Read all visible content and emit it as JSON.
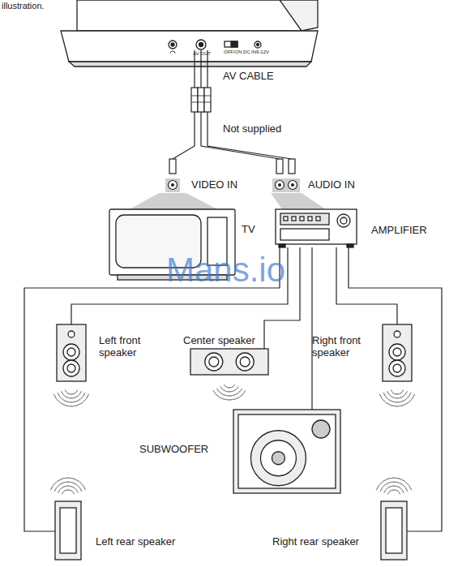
{
  "diagram": {
    "nodes": [
      {
        "text": [
          "TV"
        ]
      },
      {
        "text": [
          "AMPLIFIER"
        ]
      },
      {
        "text": [
          "Left front speaker"
        ]
      },
      {
        "text": [
          "Center speaker"
        ]
      },
      {
        "text": [
          "Right front speaker"
        ]
      },
      {
        "text": [
          "SUBWOOFER"
        ]
      },
      {
        "text": [
          "Left rear speaker"
        ]
      },
      {
        "text": [
          "Right rear speaker"
        ]
      }
    ],
    "edges": [
      {
        "from": 1,
        "to": 2,
        "arrow": "none"
      },
      {
        "from": 1,
        "to": 3,
        "arrow": "none"
      },
      {
        "from": 1,
        "to": 5,
        "arrow": "none"
      },
      {
        "from": 1,
        "to": 4,
        "arrow": "none"
      },
      {
        "from": 1,
        "to": 6,
        "arrow": "none"
      },
      {
        "from": 1,
        "to": 7,
        "arrow": "none"
      }
    ],
    "labels": [
      "illustration.",
      "AV OUT",
      "OFF/ON",
      "DC",
      "IN9-12V",
      "AV CABLE",
      "Not supplied",
      "VIDEO IN",
      "AUDIO IN",
      "Mans.io"
    ]
  }
}
